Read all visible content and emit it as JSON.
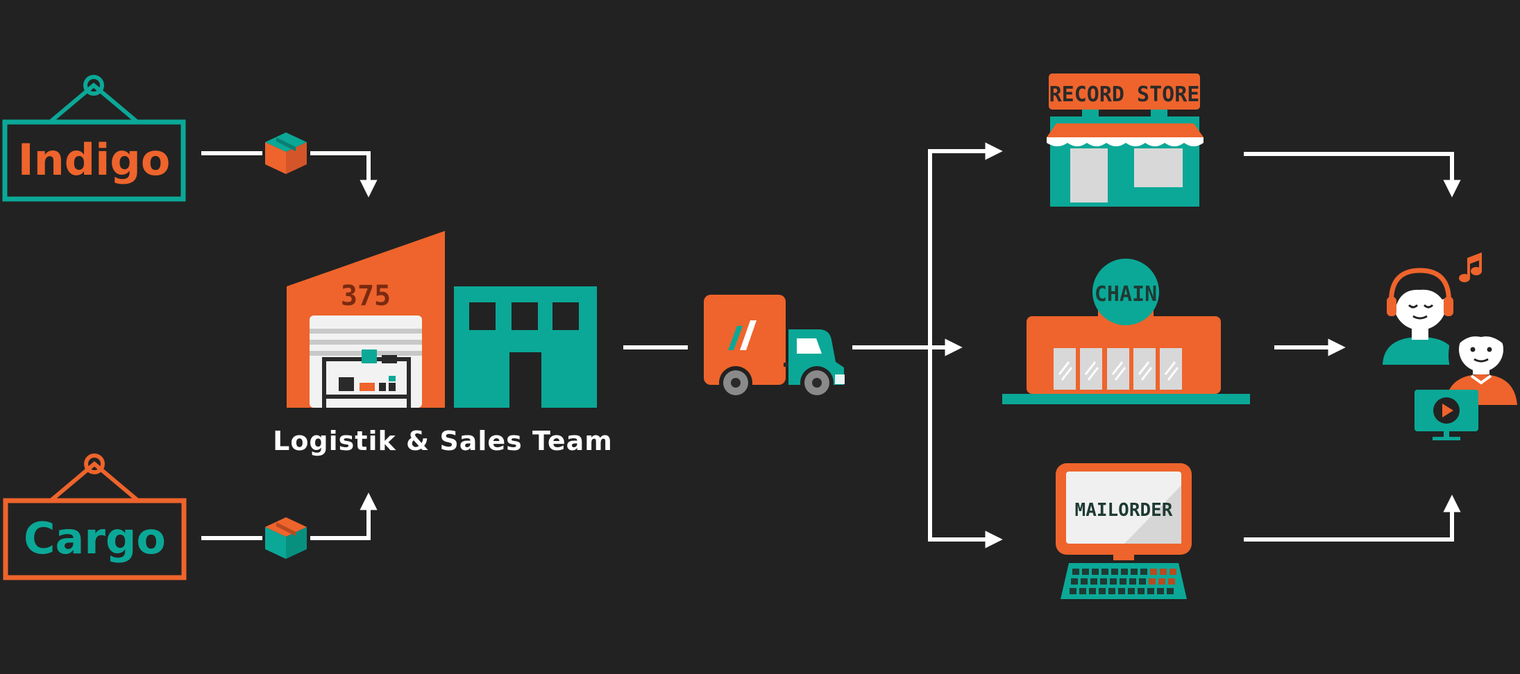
{
  "colors": {
    "background": "#222222",
    "orange": "#ee642c",
    "teal": "#0ba897",
    "white": "#ffffff",
    "light_gray": "#d8d8d8",
    "dark": "#2a2a2a"
  },
  "labels": {
    "Indigo": "Indigo",
    "Cargo": "Cargo",
    "warehouse_number": "375",
    "logistics_team": "Logistik & Sales Team",
    "record_store": "RECORD STORE",
    "chain": "CHAIN",
    "mailorder": "MAILORDER"
  },
  "icons": {
    "label_indigo": "hanging-sign",
    "label_cargo": "hanging-sign",
    "package": "box-icon",
    "warehouse": "warehouse-icon",
    "office": "office-building-icon",
    "truck": "delivery-truck-icon",
    "record_store": "storefront-icon",
    "chain_store": "chain-store-icon",
    "mailorder": "computer-icon",
    "consumers": "listeners-icon",
    "music": "music-note-icon",
    "video": "video-screen-icon"
  }
}
